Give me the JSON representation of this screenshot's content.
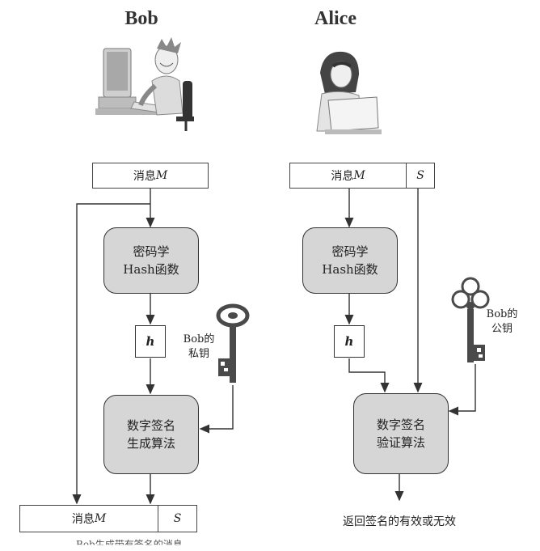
{
  "bob": {
    "name": "Bob",
    "message_label": "消息",
    "message_var": "M",
    "hash_line1": "密码学",
    "hash_line2": "Hash函数",
    "h_label": "h",
    "key_line1": "Bob的",
    "key_line2": "私钥",
    "sign_line1": "数字签名",
    "sign_line2": "生成算法",
    "out_message_label": "消息",
    "out_message_var": "M",
    "out_sig": "S",
    "caption": "Bob生成带有签名的消息"
  },
  "alice": {
    "name": "Alice",
    "message_label": "消息",
    "message_var": "M",
    "sig": "S",
    "hash_line1": "密码学",
    "hash_line2": "Hash函数",
    "h_label": "h",
    "key_line1": "Bob的",
    "key_line2": "公钥",
    "verify_line1": "数字签名",
    "verify_line2": "验证算法",
    "result": "返回签名的有效或无效"
  },
  "colors": {
    "process_fill": "#d6d6d6",
    "key_color": "#4a4a4a",
    "line_color": "#333333"
  }
}
